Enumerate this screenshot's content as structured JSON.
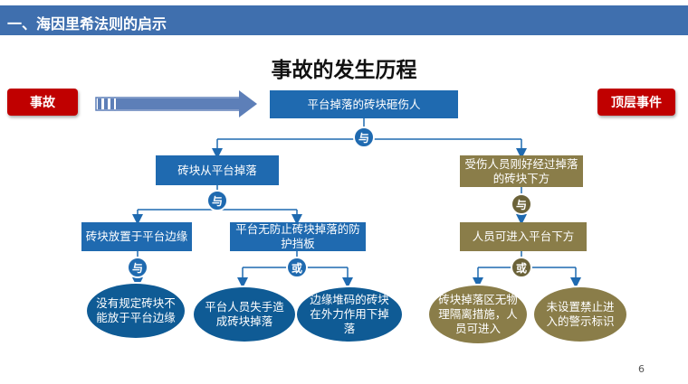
{
  "header": {
    "title": "一、海因里希法则的启示"
  },
  "main_title": "事故的发生历程",
  "tags": {
    "left": "事故",
    "right": "顶层事件"
  },
  "nodes": {
    "top": "平台掉落的砖块砸伤人",
    "left_mid": "砖块从平台掉落",
    "right_mid": "受伤人员刚好经过掉落的砖块下方",
    "right_low": "人员可进入平台下方",
    "l_box1": "砖块放置于平台边缘",
    "l_box2": "平台无防止砖块掉落的防护挡板",
    "ell1": "没有规定砖块不能放于平台边缘",
    "ell2": "平台人员失手造成砖块掉落",
    "ell3": "边缘堆码的砖块在外力作用下掉落",
    "ell4": "砖块掉落区无物理隔离措施，人员可进入",
    "ell5": "未设置禁止进入的警示标识"
  },
  "gates": {
    "g_top": "与",
    "g_left": "与",
    "g_right": "与",
    "g_box1": "与",
    "g_box2": "或",
    "g_right_low": "或"
  },
  "page_number": "6",
  "colors": {
    "header": "#3f6fae",
    "blue": "#1f6ab0",
    "olive": "#8a7d49",
    "tag_red": "#c00000"
  }
}
